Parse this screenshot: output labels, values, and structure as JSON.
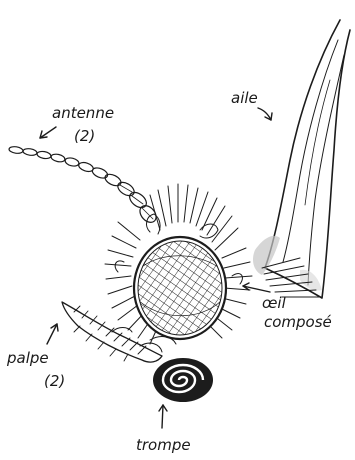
{
  "labels": {
    "antenne": "antenne",
    "antenne_count": "(2)",
    "aile": "aile",
    "oeil_line1": "œil",
    "oeil_line2": "composé",
    "palpe": "palpe",
    "palpe_count": "(2)",
    "trompe": "trompe"
  },
  "colors": {
    "ink": "#1c1c1c",
    "paper": "#ffffff",
    "shade": "#b9b9b9"
  }
}
